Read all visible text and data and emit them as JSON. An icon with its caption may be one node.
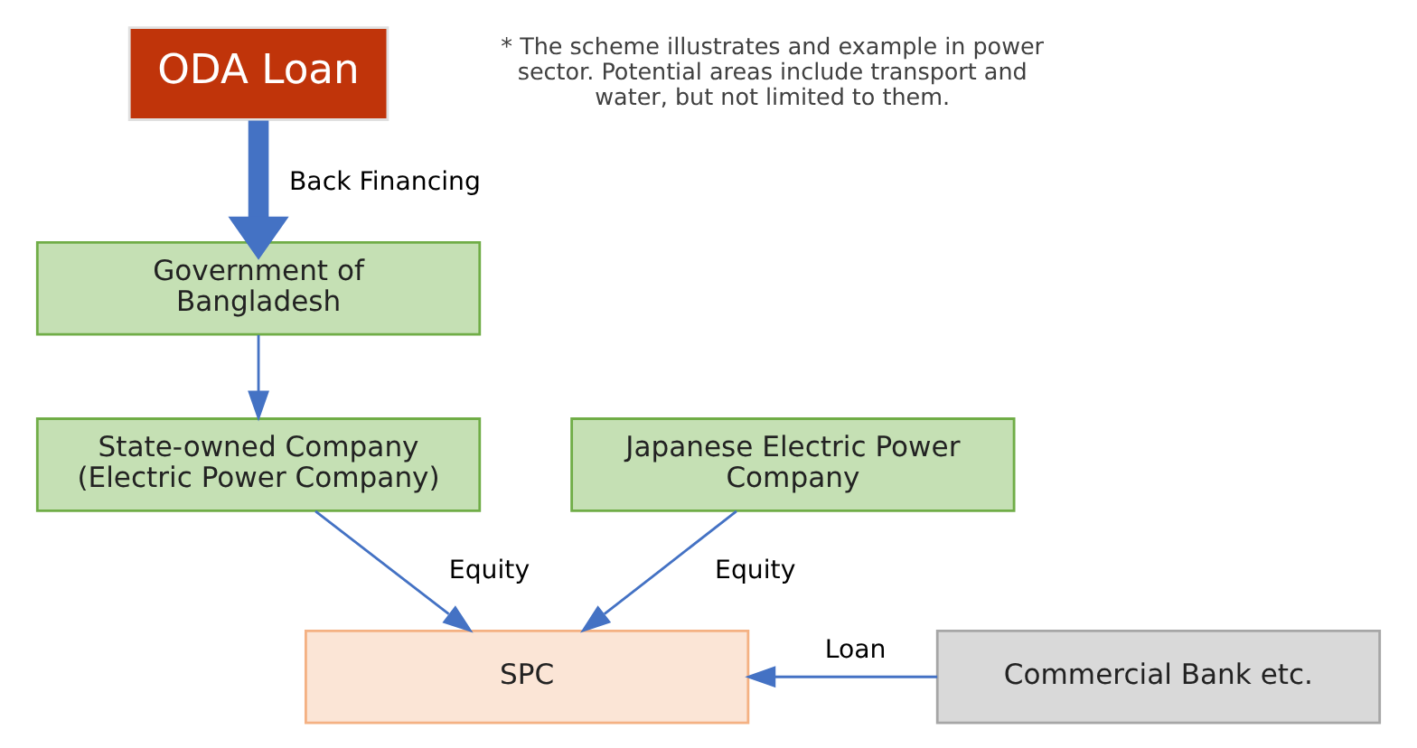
{
  "diagram": {
    "nodes": [
      {
        "text": [
          "ODA Loan"
        ]
      },
      {
        "text": [
          "Government of Bangladesh"
        ]
      },
      {
        "text": [
          "State-owned Company (Electric Power Company)"
        ]
      },
      {
        "text": [
          "Japanese Electric Power Company"
        ]
      },
      {
        "text": [
          "SPC"
        ]
      },
      {
        "text": [
          "Commercial Bank etc."
        ]
      }
    ],
    "edges": [
      {
        "from": 0,
        "to": 1,
        "arrow": "to",
        "label": "Back Financing",
        "style": "thick"
      },
      {
        "from": 1,
        "to": 2,
        "arrow": "to"
      },
      {
        "from": 2,
        "to": 4,
        "arrow": "to",
        "label": "Equity"
      },
      {
        "from": 3,
        "to": 4,
        "arrow": "to",
        "label": "Equity"
      },
      {
        "from": 5,
        "to": 4,
        "arrow": "to",
        "label": "Loan"
      }
    ],
    "labels": [
      "* The scheme illustrates and example in power sector. Potential areas include transport and water, but not limited to them."
    ]
  }
}
